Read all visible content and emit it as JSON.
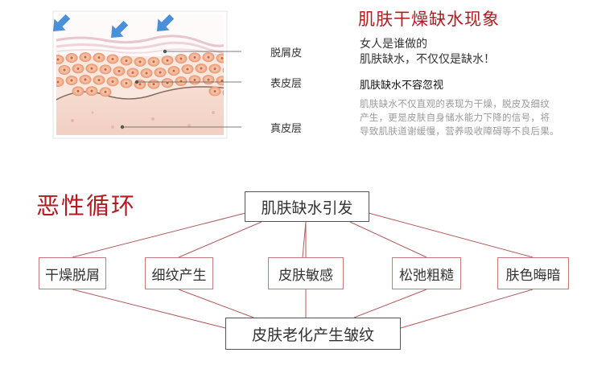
{
  "skin_labels": {
    "stratum_corneum": "脱屑皮",
    "epidermis": "表皮层",
    "dermis": "真皮层"
  },
  "info": {
    "title": "肌肤干燥缺水现象",
    "subtitle_line1": "女人是谁做的",
    "subtitle_line2": "肌肤缺水，不仅仅是缺水！",
    "section_heading": "肌肤缺水不容忽视",
    "body_line1": "肌肤缺水不仅直观的表现为干燥，脱皮及细纹",
    "body_line2": "产生，更是皮肤自身储水能力下降的信号，将",
    "body_line3": "导致肌肤道谢缓慢，营养吸收障碍等不良后果。"
  },
  "cycle": {
    "title": "恶性循环",
    "top_node": "肌肤缺水引发",
    "middle_nodes": [
      "干燥脱屑",
      "细纹产生",
      "皮肤敏感",
      "松弛粗糙",
      "肤色晦暗"
    ],
    "bottom_node": "皮肤老化产生皱纹"
  },
  "colors": {
    "accent_red": "#b31b22",
    "connector": "#b05a5a",
    "arrow_blue": "#4a90d9"
  },
  "icons": [
    "down-right-arrow-icon",
    "down-right-arrow-icon",
    "down-right-arrow-icon"
  ]
}
